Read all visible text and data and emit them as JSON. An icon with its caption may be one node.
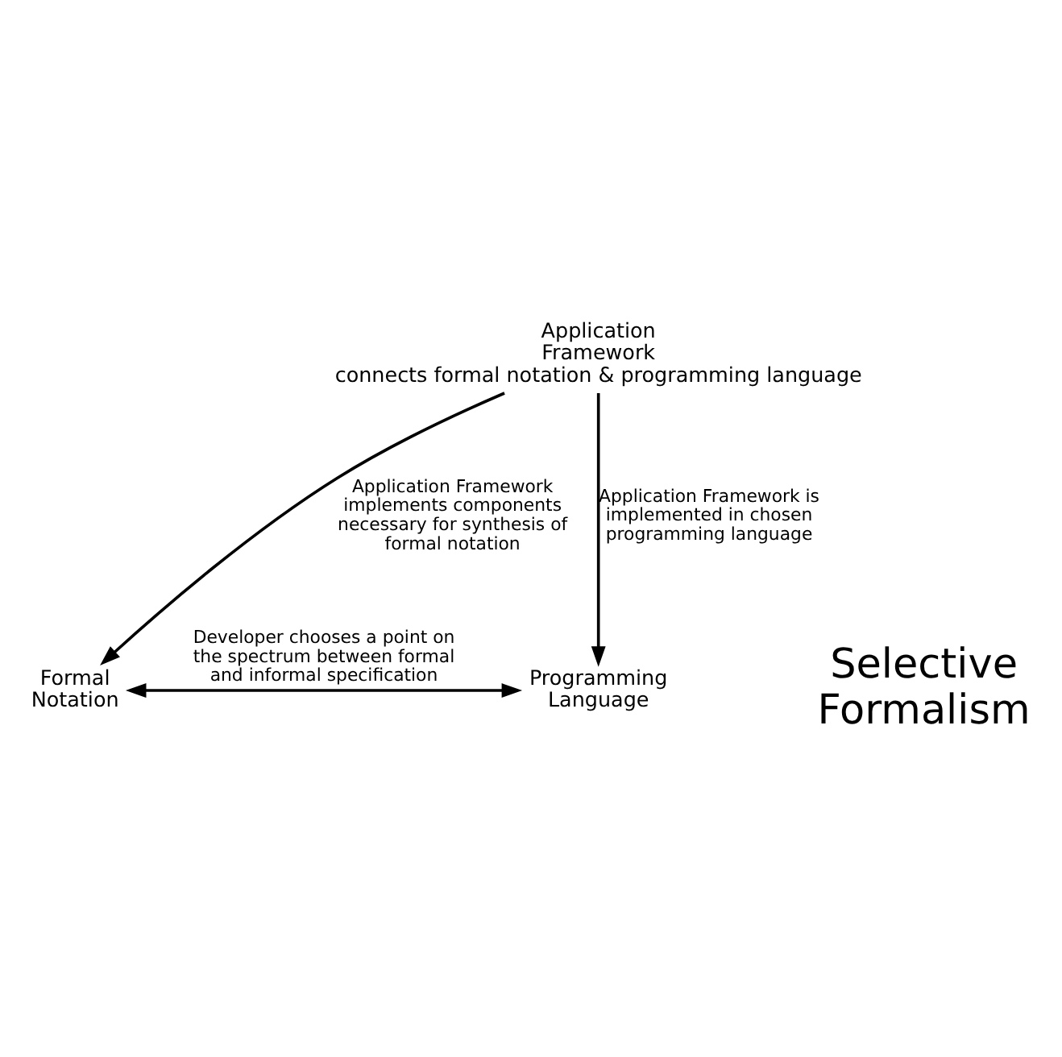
{
  "diagram": {
    "nodes": [
      {
        "text": [
          "Application Framework",
          "connects formal notation & programming language"
        ]
      },
      {
        "text": [
          "Formal Notation"
        ]
      },
      {
        "text": [
          "Programming Language"
        ]
      }
    ],
    "edges": [
      {
        "from": 0,
        "to": 1,
        "arrow": "to",
        "label": "Application Framework implements components necessary for synthesis of formal notation"
      },
      {
        "from": 0,
        "to": 2,
        "arrow": "to",
        "label": "Application Framework is implemented in chosen programming language"
      },
      {
        "from": 1,
        "to": 2,
        "arrow": "both",
        "label": "Developer chooses a point on the spectrum between formal and informal specification"
      }
    ],
    "labels": [
      "Selective Formalism"
    ]
  }
}
